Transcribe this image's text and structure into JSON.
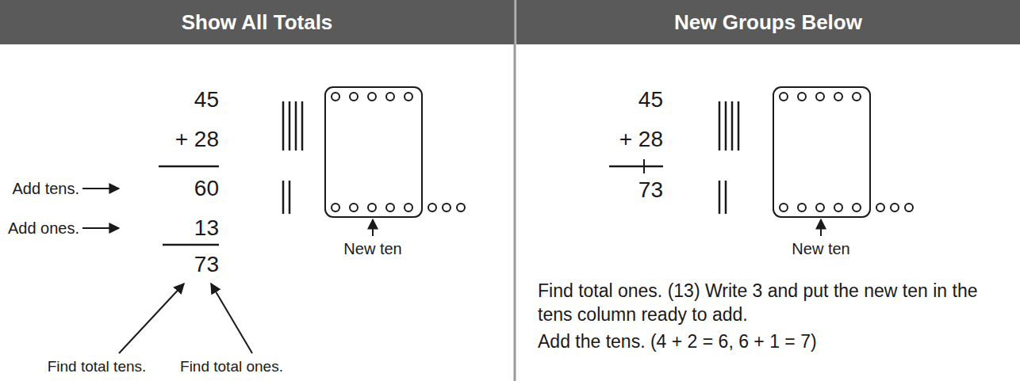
{
  "diagram": {
    "nodes": [
      {
        "text": [
          "Show All Totals"
        ]
      },
      {
        "text": [
          "New Groups Below"
        ]
      }
    ],
    "labels": [
      "45",
      "+ 28",
      "Add tens.",
      "60",
      "Add ones.",
      "13",
      "73",
      "Find total tens.",
      "Find total ones.",
      "New ten",
      "45",
      "+ 28",
      "73",
      "New ten",
      "Find total ones. (13) Write 3 and put the new ten in the tens column ready to add.",
      "Add the tens. (4 + 2 = 6, 6 + 1 = 7)"
    ]
  }
}
